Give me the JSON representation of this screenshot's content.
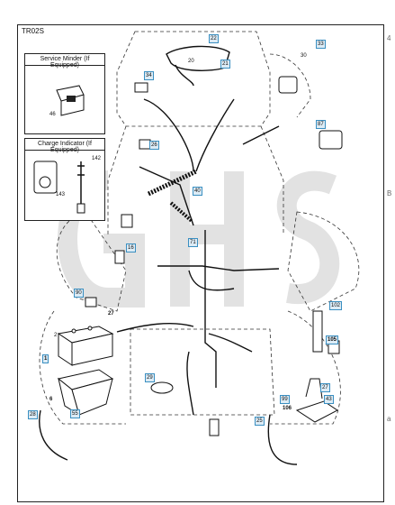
{
  "diagram_code": "TR02S",
  "insets": {
    "service_minder": {
      "title": "Service Minder (If Equipped)"
    },
    "charge_indicator": {
      "title": "Charge Indicator (If Equipped)"
    }
  },
  "callouts": {
    "c1": "1",
    "c2": "2",
    "c6": "6",
    "c16": "16",
    "c20": "20",
    "c21": "21",
    "c22": "22",
    "c25": "25",
    "c26": "26",
    "c27": "27",
    "c27b": "27",
    "c28": "28",
    "c29": "29",
    "c30": "30",
    "c33": "33",
    "c34": "34",
    "c40": "40",
    "c43": "43",
    "c46": "46",
    "c55": "55",
    "c71": "71",
    "c87": "87",
    "c90": "90",
    "c99": "99",
    "c102": "102",
    "c105": "105",
    "c106": "106",
    "c142": "142",
    "c143": "143"
  },
  "margin_marks": [
    "4",
    "B",
    "a"
  ],
  "colors": {
    "line": "#222222",
    "callout_fill": "#dcebf5",
    "callout_border": "#3a8fc1",
    "watermark": "#e2e2e2"
  }
}
